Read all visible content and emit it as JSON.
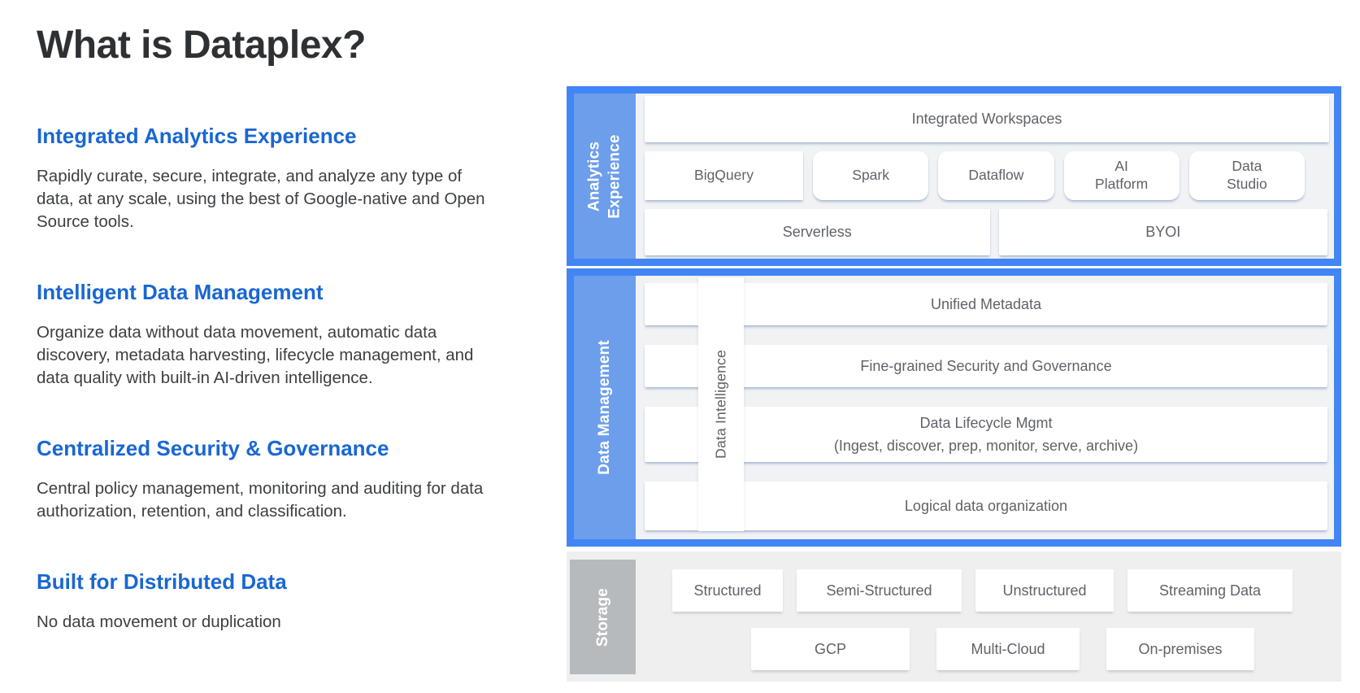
{
  "left": {
    "title": "What is Dataplex?",
    "sections": [
      {
        "heading": "Integrated Analytics Experience",
        "body": "Rapidly curate, secure, integrate, and analyze any type of data, at any scale, using the best of Google-native and Open Source tools."
      },
      {
        "heading": "Intelligent Data Management",
        "body": "Organize data without data movement, automatic data discovery, metadata harvesting, lifecycle management, and data quality with built-in AI-driven intelligence."
      },
      {
        "heading": "Centralized Security & Governance",
        "body": "Central policy management, monitoring and auditing for data authorization, retention, and classification."
      },
      {
        "heading": "Built for Distributed Data",
        "body": "No data movement or duplication"
      }
    ]
  },
  "diagram": {
    "colors": {
      "frame_border_blue": "#4285f4",
      "sidebar_blue": "#6d9eeb",
      "storage_sidebar_gray": "#b7babd",
      "storage_bg_gray": "#efeff0",
      "panel_bg": "#f0f2f4",
      "box_text_gray": "#5f6368",
      "heading_blue": "#1967d2"
    },
    "analytics": {
      "label": "Analytics Experience",
      "workspaces": "Integrated Workspaces",
      "tools": [
        "BigQuery",
        "Spark",
        "Dataflow",
        "AI\nPlatform",
        "Data\nStudio"
      ],
      "runtime": [
        "Serverless",
        "BYOI"
      ]
    },
    "management": {
      "label": "Data Management",
      "intelligence": "Data Intelligence",
      "rows": [
        "Unified Metadata",
        "Fine-grained Security and Governance",
        "Data Lifecycle Mgmt\n(Ingest, discover, prep, monitor, serve, archive)",
        "Logical data organization"
      ]
    },
    "storage": {
      "label": "Storage",
      "types": [
        "Structured",
        "Semi-Structured",
        "Unstructured",
        "Streaming Data"
      ],
      "locations": [
        "GCP",
        "Multi-Cloud",
        "On-premises"
      ]
    }
  }
}
